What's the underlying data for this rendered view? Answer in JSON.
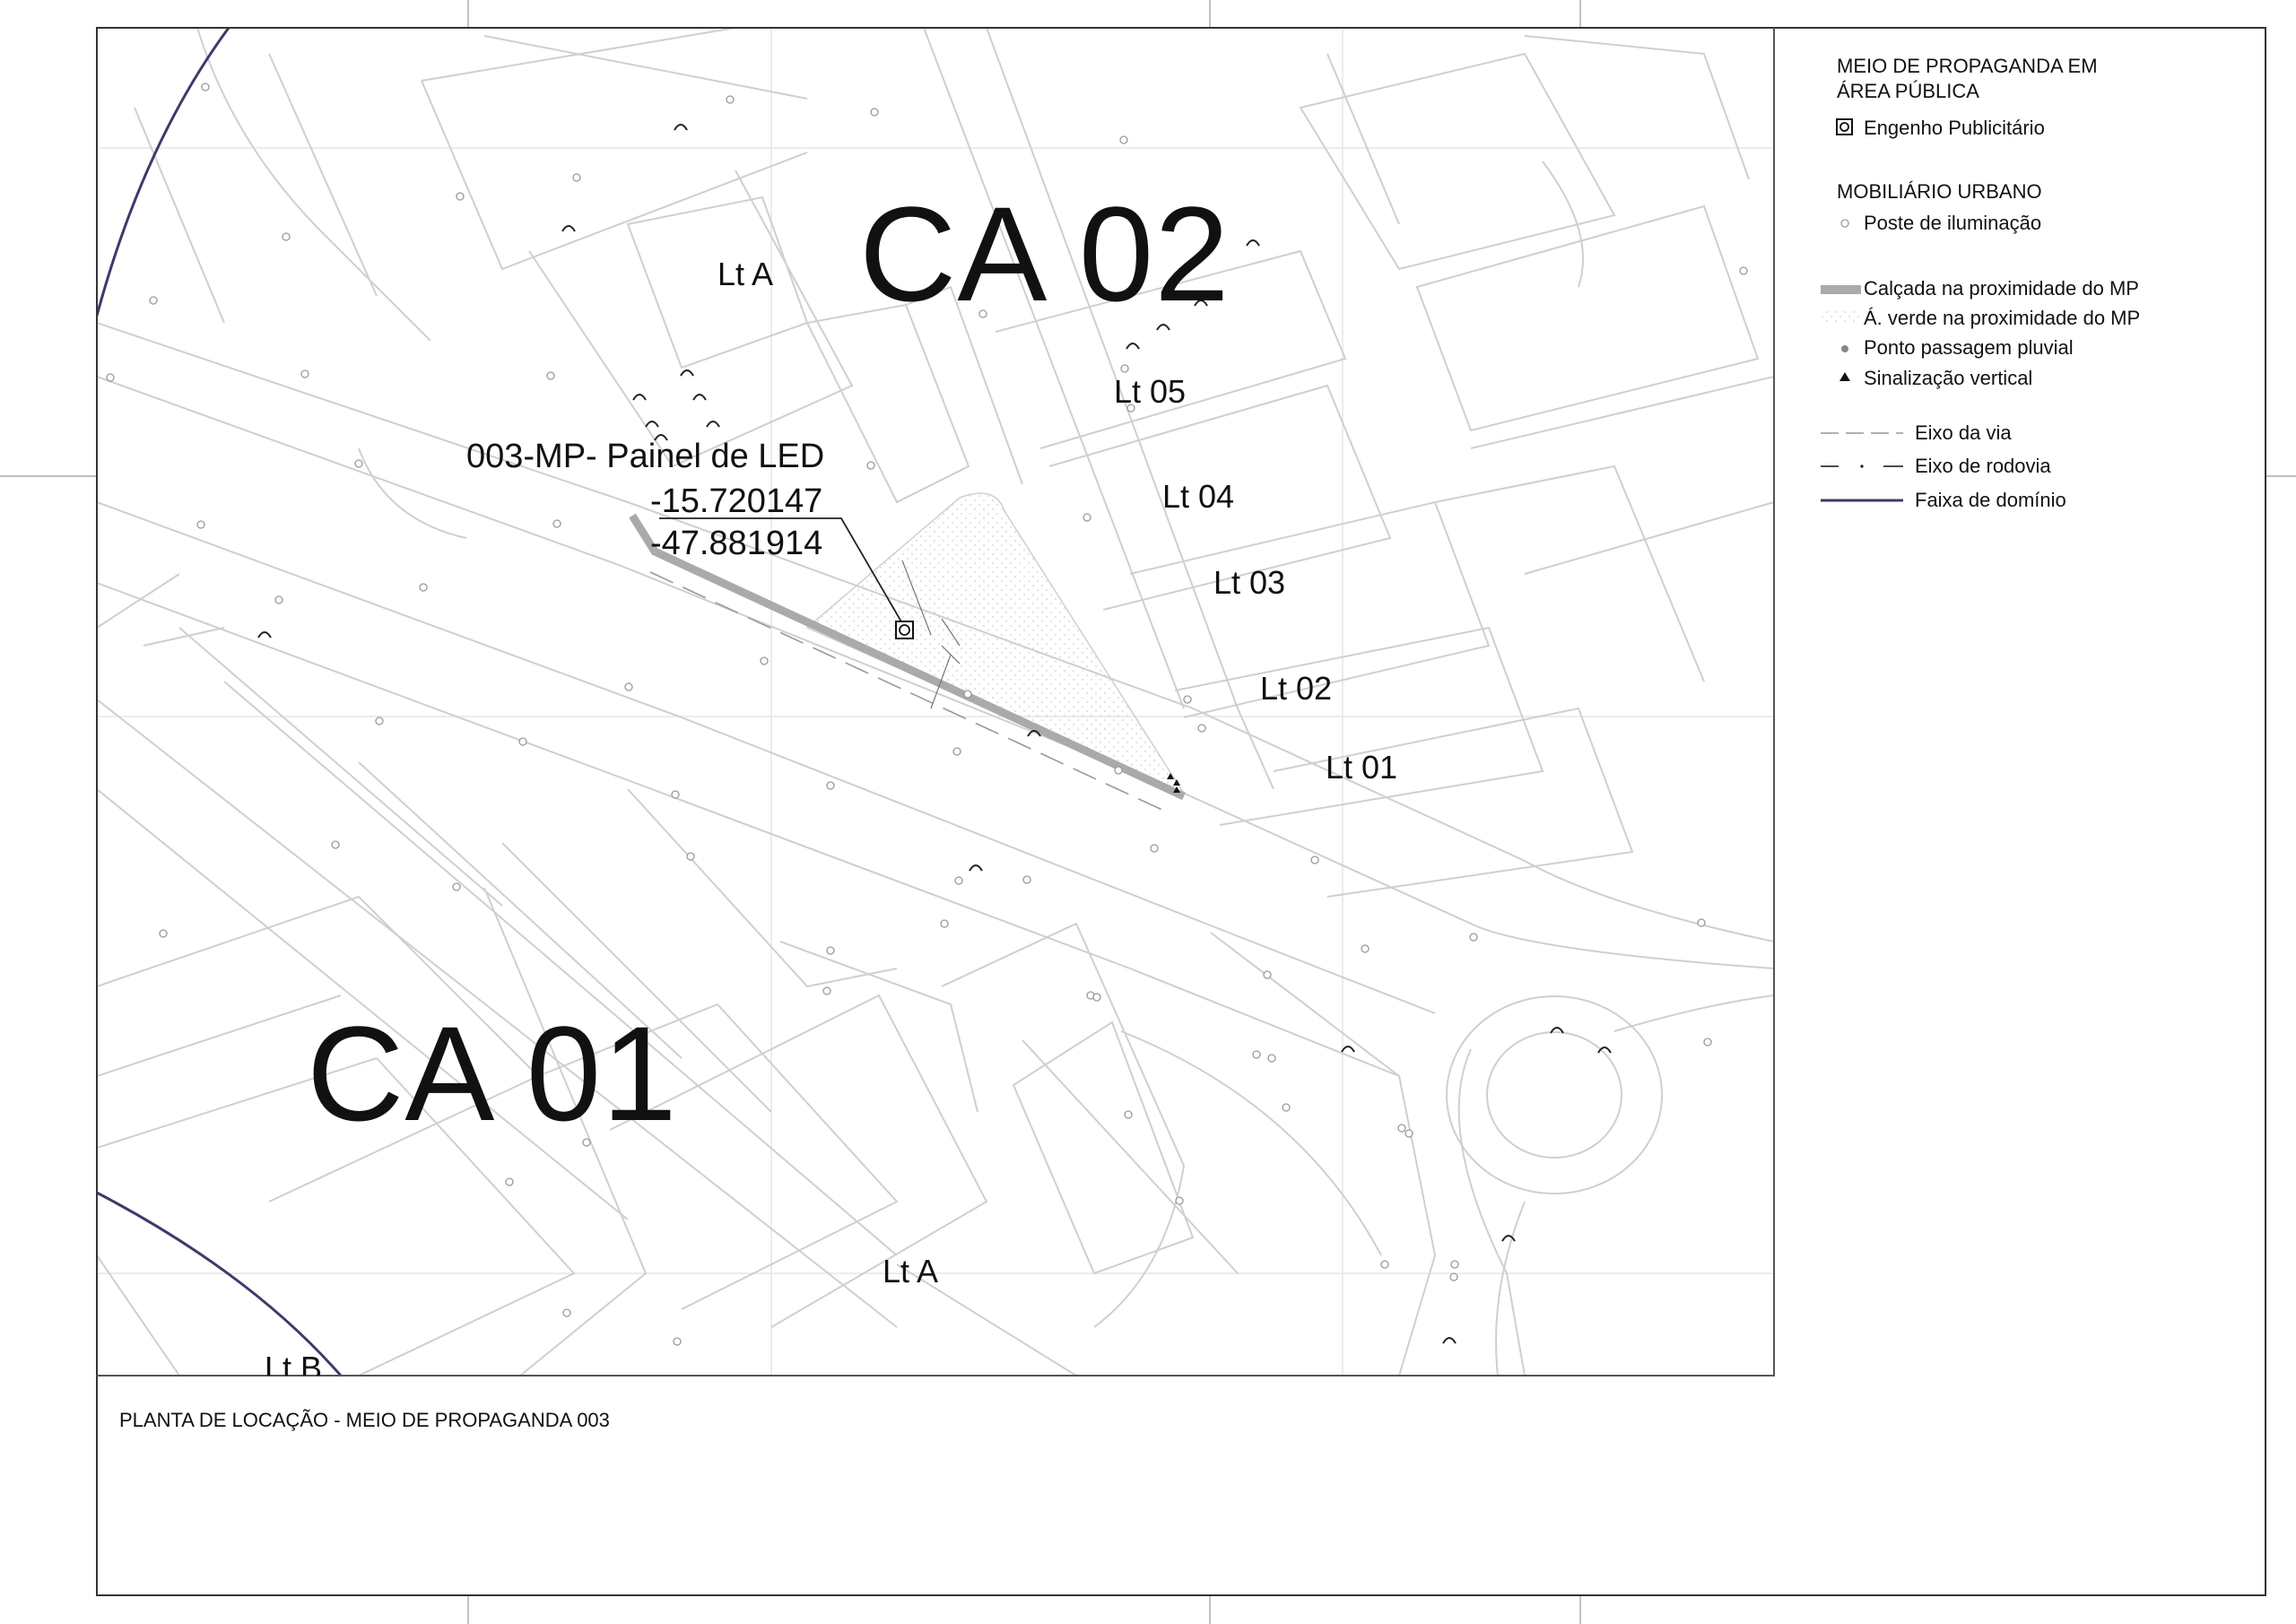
{
  "map": {
    "zones": [
      "CA 02",
      "CA 01"
    ],
    "lots": {
      "lt_a_top": "Lt A",
      "lt_05": "Lt 05",
      "lt_04": "Lt 04",
      "lt_03": "Lt 03",
      "lt_02": "Lt 02",
      "lt_01": "Lt 01",
      "lt_a_bottom": "Lt A",
      "lt_b": "Lt B"
    },
    "media_point": {
      "label": "003-MP- Painel de LED",
      "latitude": "-15.720147",
      "longitude": "-47.881914"
    },
    "colors": {
      "line": "#cfcfcf",
      "sidewalk": "#aaaaaa",
      "boundary": "#3b3b6b",
      "frame": "#333333"
    }
  },
  "legend": {
    "section1_title": "MEIO DE PROPAGANDA EM\nÁREA PÚBLICA",
    "engenho": "Engenho Publicitário",
    "section2_title": "MOBILIÁRIO URBANO",
    "poste": "Poste de iluminação",
    "calcada": "Calçada na proximidade do MP",
    "area_verde": "Á. verde na proximidade do MP",
    "ponto_pluvial": "Ponto passagem pluvial",
    "sinalizacao": "Sinalização vertical",
    "eixo_via": "Eixo da via",
    "eixo_rodovia": "Eixo de rodovia",
    "faixa_dominio": "Faixa de domínio"
  },
  "caption": "PLANTA DE LOCAÇÃO - MEIO DE PROPAGANDA 003"
}
